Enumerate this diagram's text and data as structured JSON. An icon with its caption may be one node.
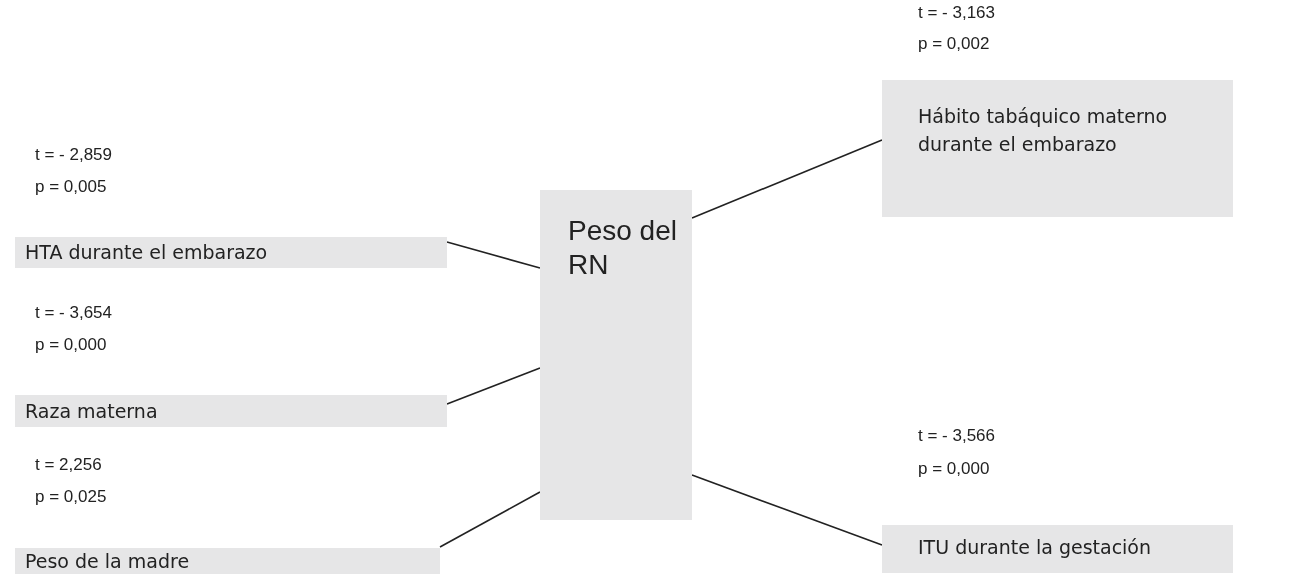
{
  "diagram": {
    "nodes": [
      {
        "text": [
          "Peso del RN"
        ]
      },
      {
        "text": [
          "HTA durante el embarazo"
        ],
        "beside": [
          "t = - 2,859",
          "p = 0,005"
        ]
      },
      {
        "text": [
          "Raza materna"
        ],
        "beside": [
          "t = - 3,654",
          "p = 0,000"
        ]
      },
      {
        "text": [
          "Peso de la madre"
        ],
        "beside": [
          "t = 2,256",
          "p = 0,025"
        ]
      },
      {
        "text": [
          "Hábito tabáquico materno durante el embarazo"
        ],
        "beside": [
          "t = - 3,163",
          "p = 0,002"
        ]
      },
      {
        "text": [
          "ITU durante la gestación"
        ],
        "beside": [
          "t = - 3,566",
          "p = 0,000"
        ]
      }
    ],
    "edges": [
      {
        "from": 1,
        "to": 0,
        "arrow": "none"
      },
      {
        "from": 2,
        "to": 0,
        "arrow": "none"
      },
      {
        "from": 3,
        "to": 0,
        "arrow": "none"
      },
      {
        "from": 0,
        "to": 4,
        "arrow": "none"
      },
      {
        "from": 0,
        "to": 5,
        "arrow": "none"
      }
    ]
  }
}
